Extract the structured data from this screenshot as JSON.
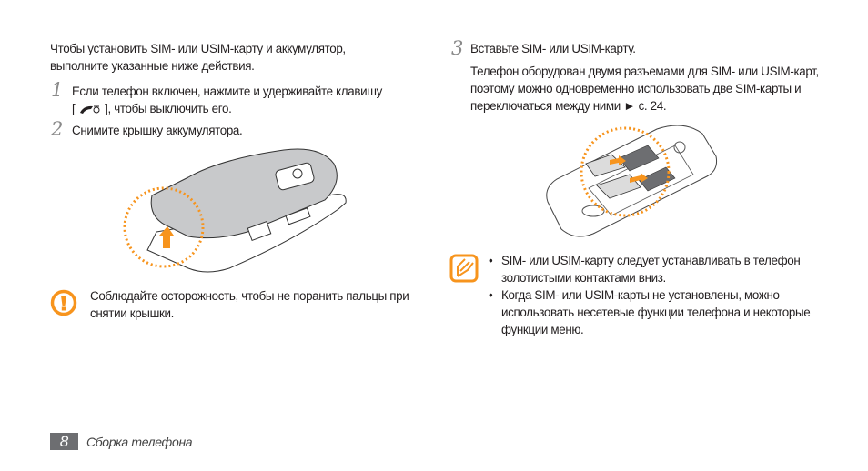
{
  "left": {
    "intro": "Чтобы установить SIM- или USIM-карту и аккумулятор, выполните указанные ниже действия.",
    "steps": [
      {
        "number": "1",
        "text_before": "Если телефон включен, нажмите и удерживайте клавишу",
        "bracket_open": "[",
        "text_after": "], чтобы выключить его."
      },
      {
        "number": "2",
        "text": "Снимите крышку аккумулятора."
      }
    ],
    "caution": "Соблюдайте осторожность, чтобы не поранить пальцы при снятии крышки."
  },
  "right": {
    "step": {
      "number": "3",
      "text": "Вставьте SIM- или USIM-карту."
    },
    "description": "Телефон оборудован двумя разъемами для SIM- или USIM-карт, поэтому можно одновременно использовать две SIM-карты и переключаться между ними ► с. 24.",
    "notes": [
      "SIM- или USIM-карту следует устанавливать в телефон золотистыми контактами вниз.",
      "Когда SIM- или USIM-карты не установлены, можно использовать несетевые функции телефона и некоторые функции меню."
    ]
  },
  "footer": {
    "page_number": "8",
    "section": "Сборка телефона"
  },
  "colors": {
    "accent": "#f7941d",
    "page_box": "#6d6e71"
  }
}
